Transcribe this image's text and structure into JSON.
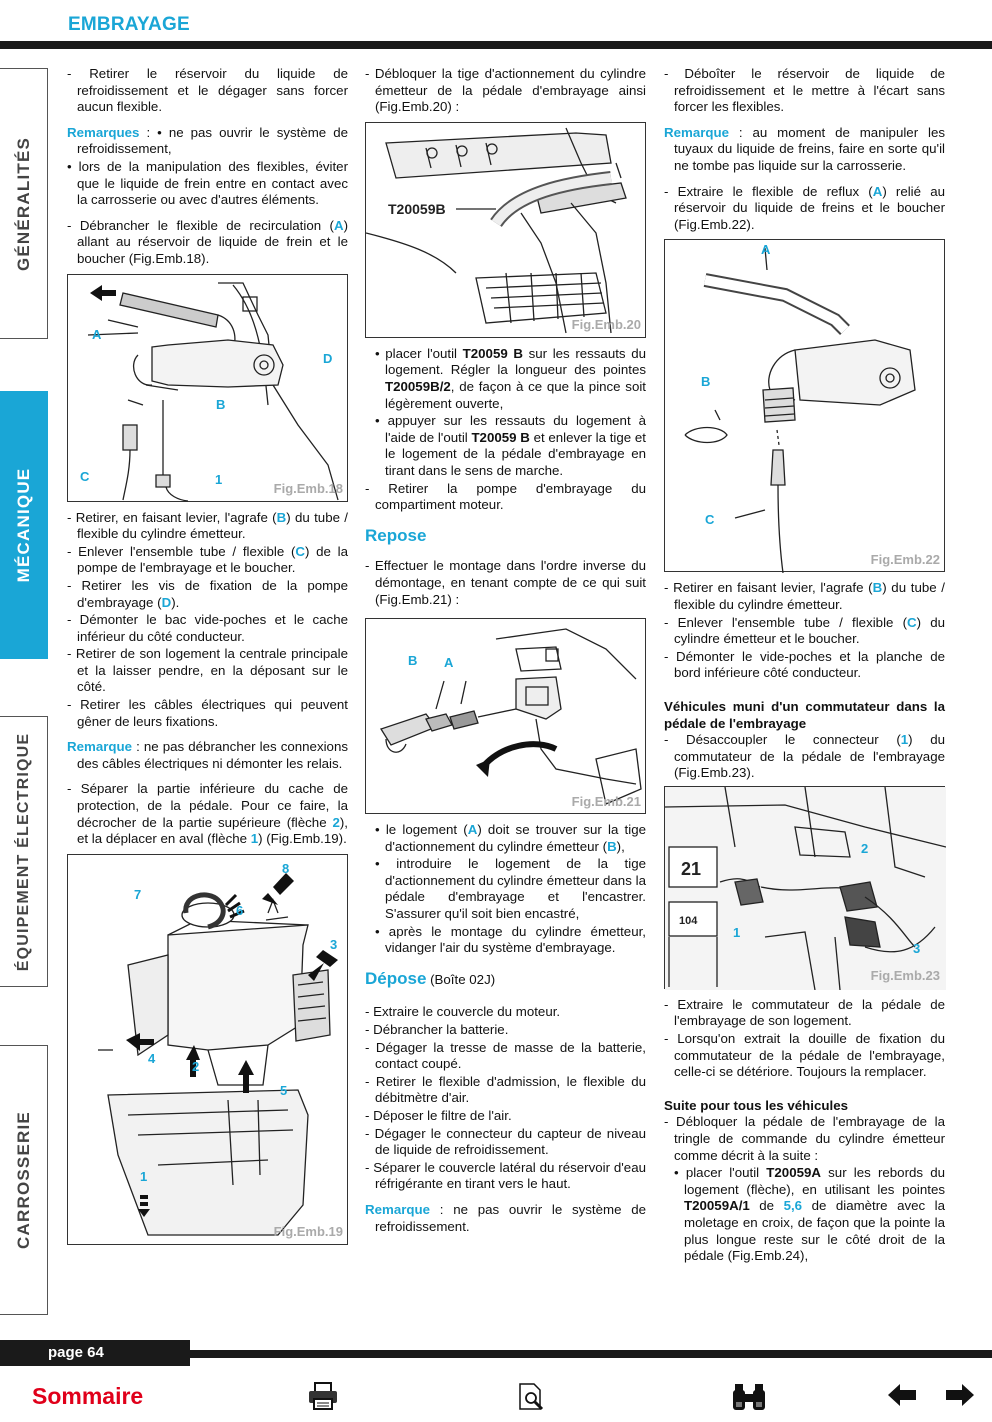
{
  "header": {
    "title": "EMBRAYAGE"
  },
  "sidebar": {
    "tabs": [
      {
        "label": "GÉNÉRALITÉS",
        "active": false
      },
      {
        "label": "MÉCANIQUE",
        "active": true
      },
      {
        "label": "ÉQUIPEMENT ÉLECTRIQUE",
        "active": false
      },
      {
        "label": "CARROSSERIE",
        "active": false
      }
    ]
  },
  "col1": {
    "p1": "- Retirer le réservoir du liquide de refroidissement et le dégager sans forcer aucun flexible.",
    "rem1_label": "Remarques",
    "rem1_a": " : • ne pas ouvrir le système de refroidissement,",
    "rem1_b": "• lors de la manipulation des flexibles, éviter que le liquide de frein entre en contact avec la carrosserie ou avec d'autres éléments.",
    "p2_a": "- Débrancher le flexible de recirculation (",
    "p2_b": ") allant au réservoir de liquide de frein et le boucher (Fig.Emb.18).",
    "fig18": {
      "caption": "Fig.Emb.18",
      "labels": [
        "A",
        "D",
        "B",
        "C",
        "1"
      ]
    },
    "l1_a": "- Retirer, en faisant levier, l'agrafe (",
    "l1_b": ") du tube / flexible du cylindre émetteur.",
    "l2_a": "- Enlever l'ensemble tube / flexible (",
    "l2_b": ") de la pompe de l'embrayage et le boucher.",
    "l3_a": "- Retirer les vis de fixation de la pompe d'embrayage (",
    "l3_b": ").",
    "l4": "- Démonter le bac vide-poches et le cache inférieur du côté conducteur.",
    "l5": "- Retirer de son logement la centrale principale et la laisser pendre, en la déposant sur le côté.",
    "l6": "- Retirer les câbles électriques qui peuvent gêner de leurs fixations.",
    "rem2_label": "Remarque",
    "rem2": " : ne pas débrancher les connexions des câbles électriques ni démonter les relais.",
    "p3_a": "- Séparer la partie inférieure du cache de protection, de la pédale. Pour ce faire, la décrocher de la partie supérieure (flèche ",
    "p3_b": "), et la déplacer en aval (flèche ",
    "p3_c": ") (Fig.Emb.19).",
    "fig19": {
      "caption": "Fig.Emb.19",
      "labels": [
        "8",
        "7",
        "6",
        "3",
        "4",
        "2",
        "5",
        "1"
      ]
    }
  },
  "col2": {
    "p1": "- Débloquer la tige d'actionnement du cylindre émetteur de la pédale d'embrayage ainsi (Fig.Emb.20) :",
    "fig20": {
      "caption": "Fig.Emb.20",
      "tool": "T20059B"
    },
    "b1_a": "• placer l'outil ",
    "b1_tool": "T20059 B",
    "b1_b": " sur les ressauts du logement. Régler la longueur des pointes ",
    "b1_tool2": "T20059B/2",
    "b1_c": ", de façon à ce que la pince soit légèrement ouverte,",
    "b2_a": "• appuyer sur les ressauts du logement à l'aide de l'outil ",
    "b2_tool": "T20059 B",
    "b2_b": " et enlever la tige et le logement de la pédale d'embrayage en tirant dans le sens de marche.",
    "l1": "- Retirer la pompe d'embrayage du compartiment moteur.",
    "h_repose": "Repose",
    "p2": "- Effectuer le montage dans l'ordre inverse du démontage, en tenant compte de ce qui suit (Fig.Emb.21) :",
    "fig21": {
      "caption": "Fig.Emb.21",
      "labels": [
        "B",
        "A"
      ]
    },
    "b3_a": "• le logement (",
    "b3_b": ") doit se trouver sur la tige d'actionnement du cylindre émetteur (",
    "b3_c": "),",
    "b4": "• introduire le logement de la tige d'actionnement du cylindre émetteur dans la pédale d'embrayage et l'encastrer. S'assurer qu'il soit bien encastré,",
    "b5": "• après le montage du cylindre émetteur, vidanger l'air du système d'embrayage.",
    "h_depose": "Dépose",
    "h_depose_sub": " (Boîte 02J)",
    "d1": "- Extraire le couvercle du moteur.",
    "d2": "- Débrancher la batterie.",
    "d3": "- Dégager la tresse de masse de la batterie, contact coupé.",
    "d4": "- Retirer le flexible d'admission, le flexible du débitmètre d'air.",
    "d5": "- Déposer le filtre de l'air.",
    "d6": "- Dégager le connecteur du capteur de niveau de liquide de refroidissement.",
    "d7": "- Séparer le couvercle latéral du réservoir d'eau réfrigérante en tirant vers le haut.",
    "rem_label": "Remarque",
    "rem": " : ne pas ouvrir le système de refroidissement."
  },
  "col3": {
    "p1": "- Déboîter le réservoir de liquide de refroidissement et le mettre à l'écart sans forcer les flexibles.",
    "rem_label": "Remarque",
    "rem": " : au moment de manipuler les tuyaux du liquide de freins, faire en sorte qu'il ne tombe pas liquide sur la carrosserie.",
    "p2_a": "- Extraire le flexible de reflux (",
    "p2_b": ") relié au réservoir du liquide de freins et le boucher (Fig.Emb.22).",
    "fig22": {
      "caption": "Fig.Emb.22",
      "labels": [
        "A",
        "B",
        "C"
      ]
    },
    "l1_a": "- Retirer en faisant levier, l'agrafe (",
    "l1_b": ") du tube / flexible du cylindre émetteur.",
    "l2_a": "- Enlever l'ensemble tube / flexible (",
    "l2_b": ") du cylindre émetteur et le boucher.",
    "l3": "- Démonter le vide-poches et la planche de bord inférieure côté conducteur.",
    "h_veh": "Véhicules muni d'un commutateur dans la pédale de l'embrayage",
    "l4_a": "- Désaccoupler le connecteur (",
    "l4_b": ") du commutateur de la  pédale de l'embrayage (Fig.Emb.23).",
    "fig23": {
      "caption": "Fig.Emb.23",
      "labels": [
        "2",
        "1",
        "3"
      ],
      "box1": "21",
      "box2": "104"
    },
    "l5": "- Extraire le commutateur de la pédale de l'embrayage de son logement.",
    "l6": "- Lorsqu'on extrait la douille de fixation du commutateur de la pédale de l'embrayage, celle-ci se détériore. Toujours la remplacer.",
    "h_suite": "Suite pour tous les véhicules",
    "l7": "- Débloquer la pédale de l'embrayage de la tringle de commande du cylindre émetteur comme décrit à la suite :",
    "b1_a": "• placer l'outil ",
    "b1_tool": "T20059A",
    "b1_b": " sur les rebords du logement (flèche), en utilisant les pointes ",
    "b1_tool2": "T20059A/1",
    "b1_c": " de ",
    "b1_num": "5,6",
    "b1_d": " de diamètre avec la moletage en croix, de façon que la pointe la plus longue reste sur le côté droit de la pédale (Fig.Emb.24),"
  },
  "refs": {
    "A": "A",
    "B": "B",
    "C": "C",
    "D": "D",
    "one": "1",
    "two": "2"
  },
  "footer": {
    "page": "page 64",
    "sommaire": "Sommaire"
  },
  "icons": [
    "printer-icon",
    "zoom-page-icon",
    "binoculars-icon",
    "arrow-left-icon",
    "arrow-right-icon"
  ]
}
